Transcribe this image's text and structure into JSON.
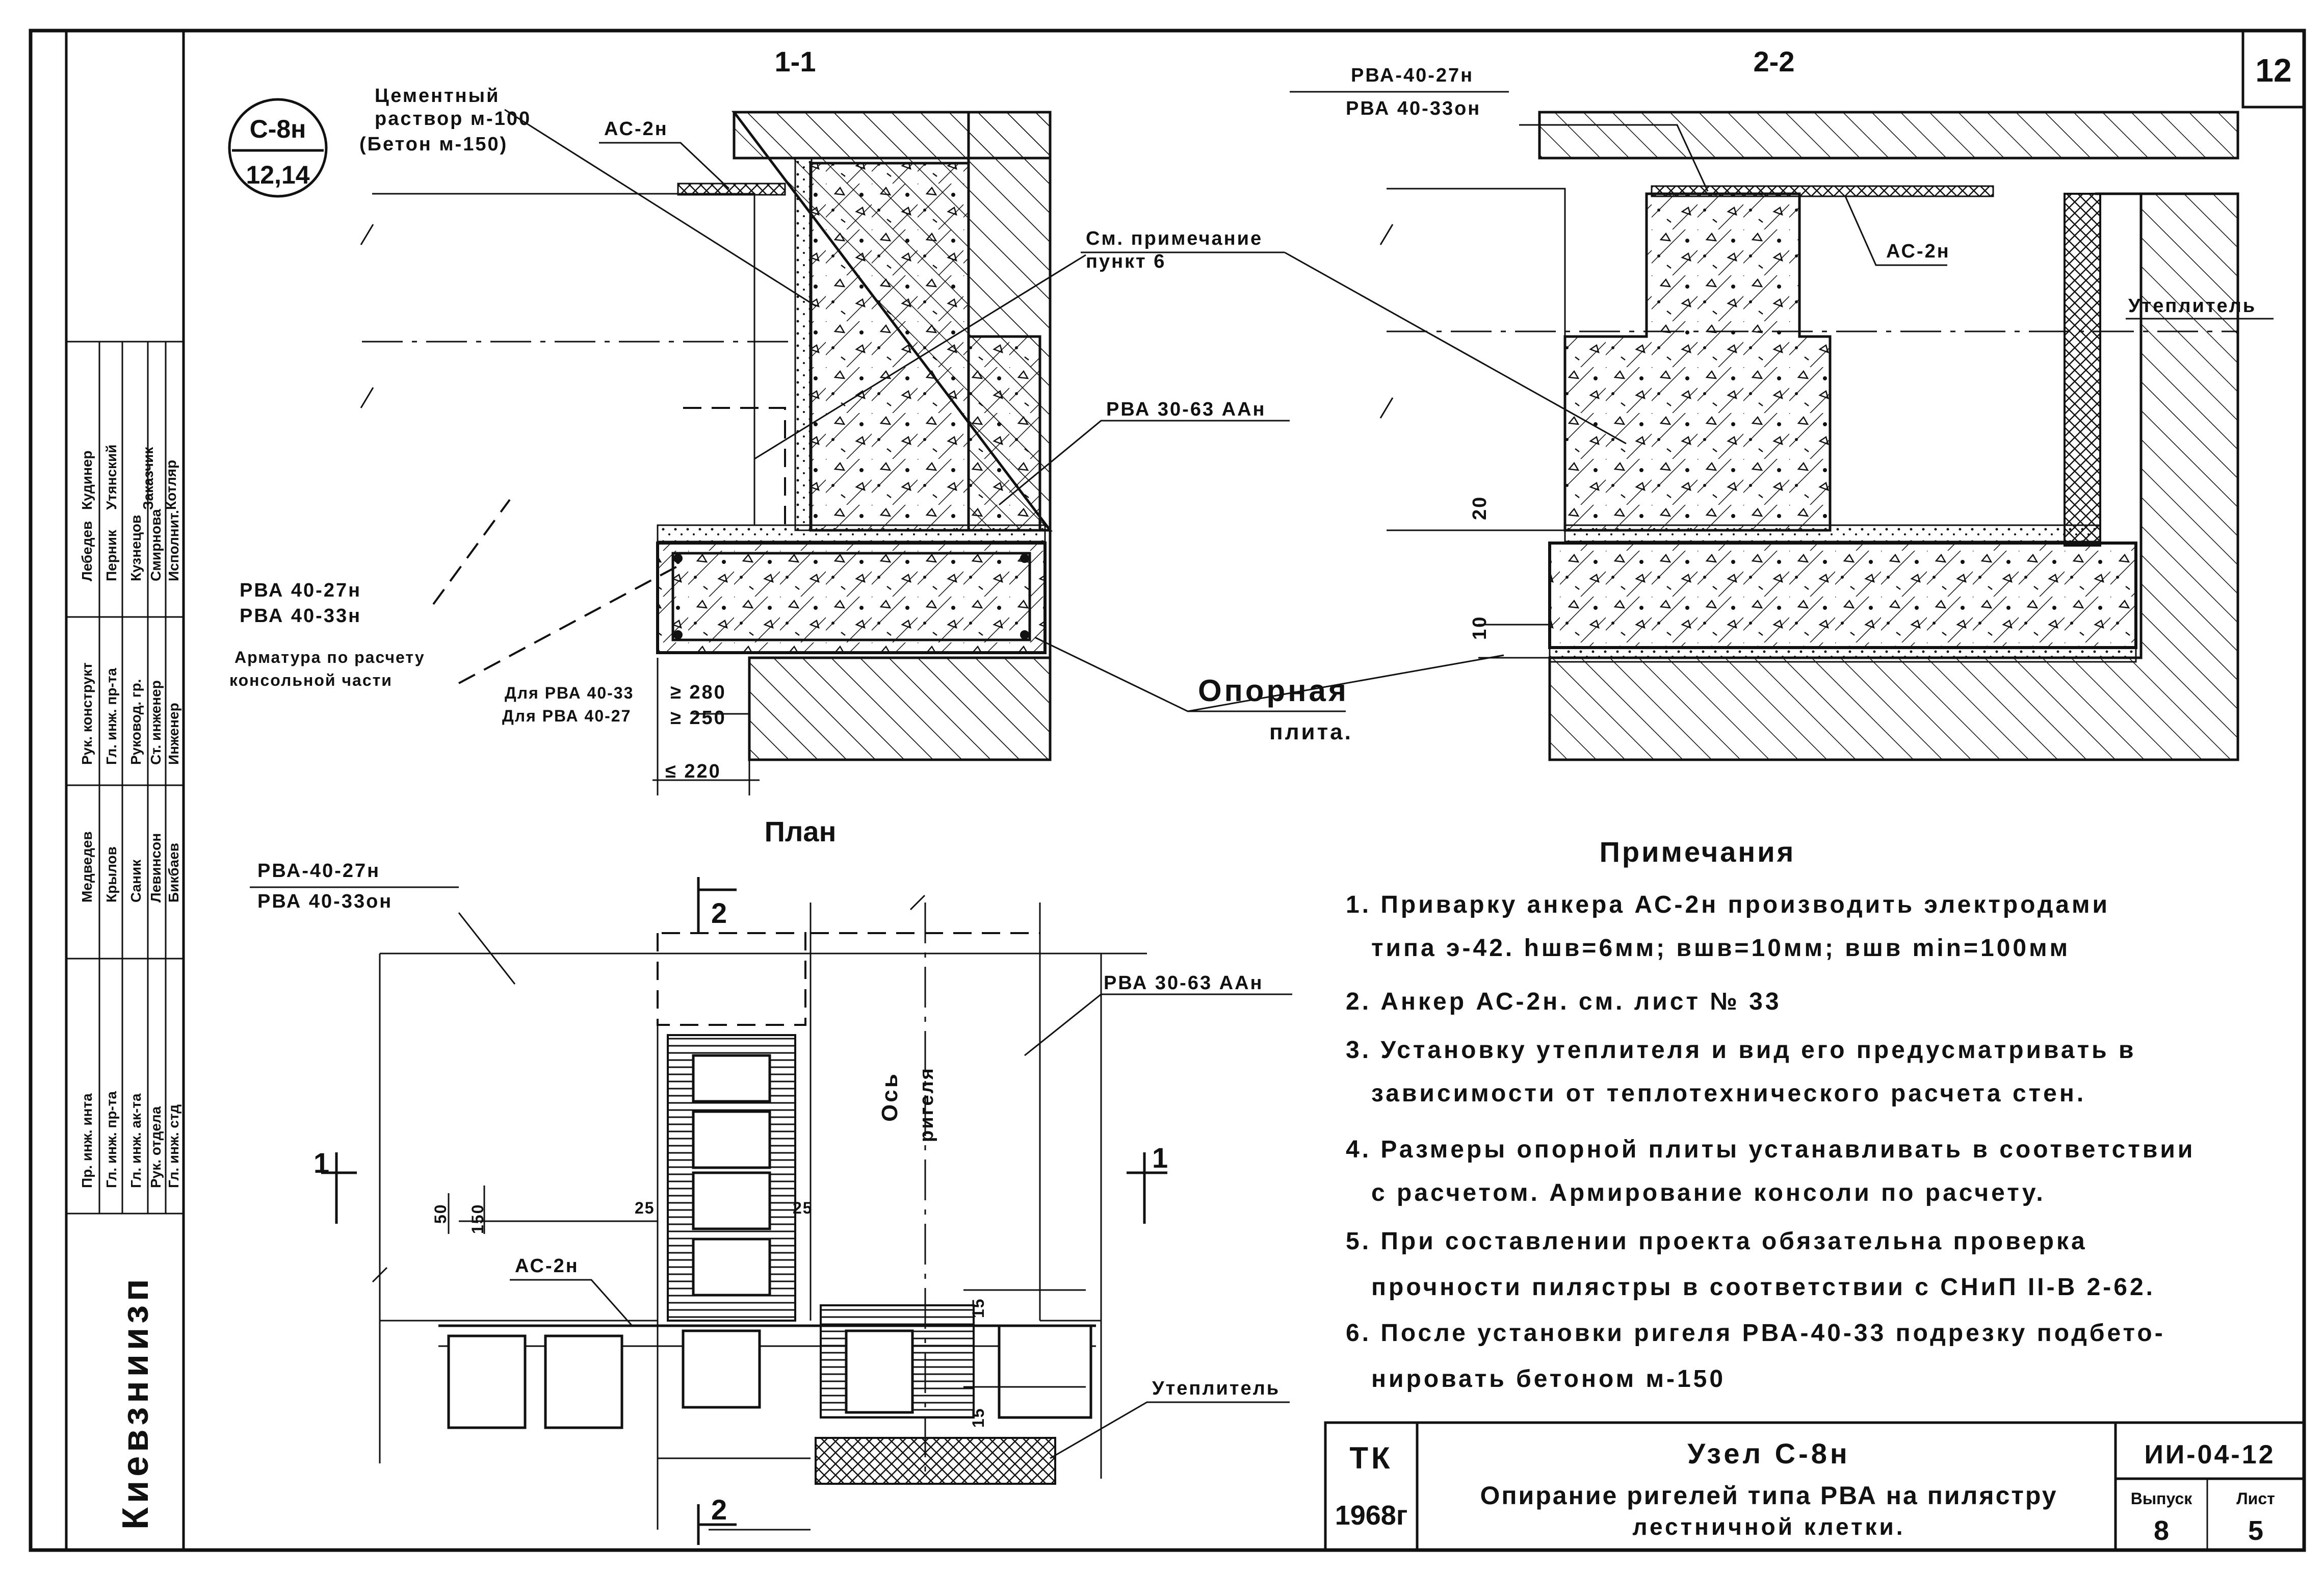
{
  "sheet_number": "12",
  "node_marker": {
    "top": "С-8н",
    "bottom": "12,14"
  },
  "sections": {
    "s11": "1-1",
    "s22": "2-2",
    "plan": "План"
  },
  "labels": {
    "cement_mortar": [
      "Цементный",
      "раствор м-100",
      "(Бетон м-150)"
    ],
    "anchor_s11": "АС-2н",
    "see_note": [
      "См. примечание",
      "пункт 6"
    ],
    "rva_30_63": "РВА 30-63 ААн",
    "rva_40_27_s11": "РВА 40-27н",
    "rva_40_33_s11": "РВА 40-33н",
    "reinf_note": [
      "Арматура по расчету",
      "консольной части"
    ],
    "for_rva_33": "Для РВА 40-33",
    "for_rva_27": "Для РВА 40-27",
    "support_plate": [
      "Опорная",
      "плита."
    ],
    "rva_40_27_s22": "РВА-40-27н",
    "rva_40_33_s22": "РВА 40-33он",
    "anchor_s22": "АС-2н",
    "insulation_s22": "Утеплитель",
    "rva_40_27_plan": "РВА-40-27н",
    "rva_40_33_plan": "РВА 40-33он",
    "rva_30_63_plan": "РВА 30-63 ААн",
    "axis": [
      "Ось",
      "ригеля"
    ],
    "anchor_plan": "АС-2н",
    "insulation_plan": "Утеплитель",
    "cut_2": "2",
    "cut_1": "1"
  },
  "dims": {
    "d280": "≥ 280",
    "d250": "≥ 250",
    "d220": "≤ 220",
    "d20": "20",
    "d10": "10",
    "d50": "50",
    "d150": "150",
    "d25a": "25",
    "d25b": "25",
    "d15a": "15",
    "d15b": "15"
  },
  "notes": {
    "title": "Примечания",
    "lines": [
      "1. Приварку анкера АС-2н производить электродами",
      "типа э-42. hшв=6мм; вшв=10мм; вшв min=100мм",
      "2. Анкер АС-2н. см. лист № 33",
      "3. Установку утеплителя и вид его предусматривать в",
      "зависимости от теплотехнического расчета стен.",
      "4. Размеры опорной плиты устанавливать в соответствии",
      "с расчетом. Армирование консоли по расчету.",
      "5. При составлении проекта обязательна проверка",
      "прочности пилястры в соответствии с СНиП II-В 2-62.",
      "6. После установки ригеля РВА-40-33 подрезку подбето-",
      "нировать бетоном м-150"
    ]
  },
  "title_block": {
    "tk": "ТК",
    "year": "1968г",
    "node": "Узел С-8н",
    "title_line1": "Опирание ригелей типа РВА на пилястру",
    "title_line2": "лестничной клетки.",
    "code": "ИИ-04-12",
    "issue_label": "Выпуск",
    "issue_value": "8",
    "sheet_label": "Лист",
    "sheet_value": "5"
  },
  "stamp": {
    "org": "Киевзниизп",
    "rows": [
      [
        "Пр. инж. инта",
        "Медведев"
      ],
      [
        "Гл. инж. пр-та",
        "Крылов"
      ],
      [
        "Гл. инж. ак-та",
        "Саник"
      ],
      [
        "Рук. отдела",
        "Левинсон"
      ],
      [
        "Гл. инж. стд",
        "Бикбаев"
      ],
      [
        "Рук. конструкт",
        "Лебедев"
      ],
      [
        "Гл. инж. пр-та",
        "Перник"
      ],
      [
        "Руковод. гр.",
        "Кузнецов"
      ],
      [
        "Ст. инженер",
        "Смирнова"
      ],
      [
        "Инженер",
        "Исполнит."
      ]
    ],
    "sign_labels": [
      "Кудинер",
      "Утянский",
      "Заказчик",
      "Котляр"
    ]
  }
}
